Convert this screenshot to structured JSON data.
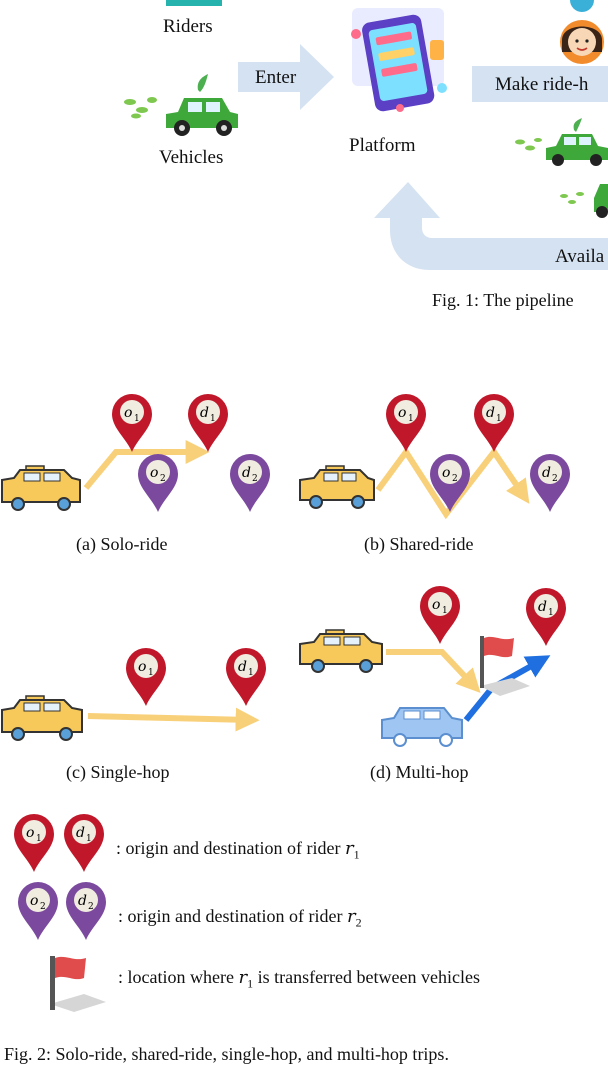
{
  "fig1": {
    "riders_label": "Riders",
    "enter_label": "Enter",
    "vehicles_label": "Vehicles",
    "platform_label": "Platform",
    "make_ride_label": "Make ride-h",
    "available_label": "Availa",
    "caption": "Fig. 1: The pipeline"
  },
  "fig2": {
    "panels": [
      {
        "label": "(a)  Solo-ride"
      },
      {
        "label": "(b)  Shared-ride"
      },
      {
        "label": "(c)  Single-hop"
      },
      {
        "label": "(d)  Multi-hop"
      }
    ],
    "pins": {
      "o1": "o",
      "o1_sub": "1",
      "o2": "o",
      "o2_sub": "2",
      "d1": "d",
      "d1_sub": "1",
      "d2": "d",
      "d2_sub": "2"
    },
    "legend": [
      {
        "text": ": origin and destination of rider ",
        "var": "r",
        "sub": "1"
      },
      {
        "text": ": origin and destination of rider ",
        "var": "r",
        "sub": "2"
      },
      {
        "text": ": location where ",
        "var": "r",
        "sub": "1",
        "after": " is transferred between vehicles"
      }
    ],
    "caption": "Fig. 2: Solo-ride, shared-ride, single-hop, and multi-hop trips.",
    "colors": {
      "red_pin": "#c0182a",
      "purple_pin": "#7b4a9e",
      "taxi_yellow": "#f7c95a",
      "taxi_blue": "#9fc6f2",
      "arrow_yellow": "#f9d07a",
      "arrow_blue": "#1f6fe0",
      "flag_red": "#e04b4b",
      "car_green": "#3fa83a"
    }
  }
}
